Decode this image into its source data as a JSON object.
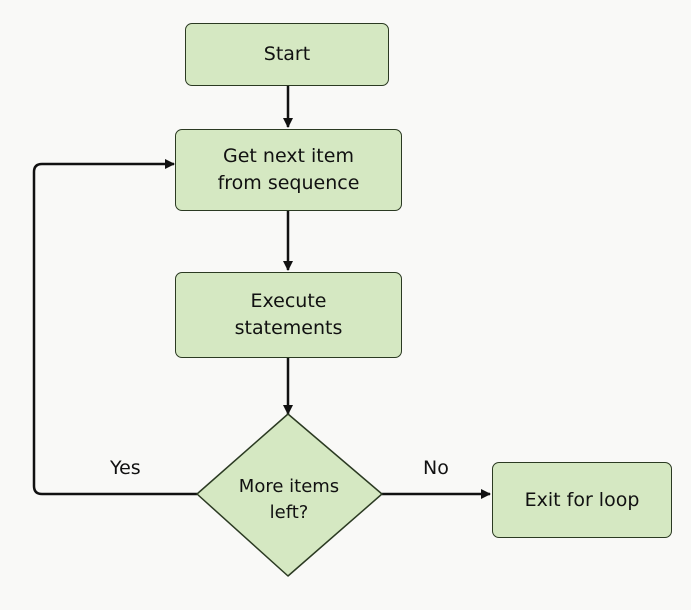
{
  "nodes": {
    "start": {
      "label": "Start"
    },
    "get_next": {
      "line1": "Get next item",
      "line2": "from sequence"
    },
    "execute": {
      "line1": "Execute",
      "line2": "statements"
    },
    "decision": {
      "line1": "More items",
      "line2": "left?"
    },
    "exit": {
      "label": "Exit for loop"
    }
  },
  "edges": {
    "yes_label": "Yes",
    "no_label": "No"
  },
  "colors": {
    "node_fill": "#d5e8c2",
    "stroke": "#111111",
    "background": "#f9f9f7"
  }
}
